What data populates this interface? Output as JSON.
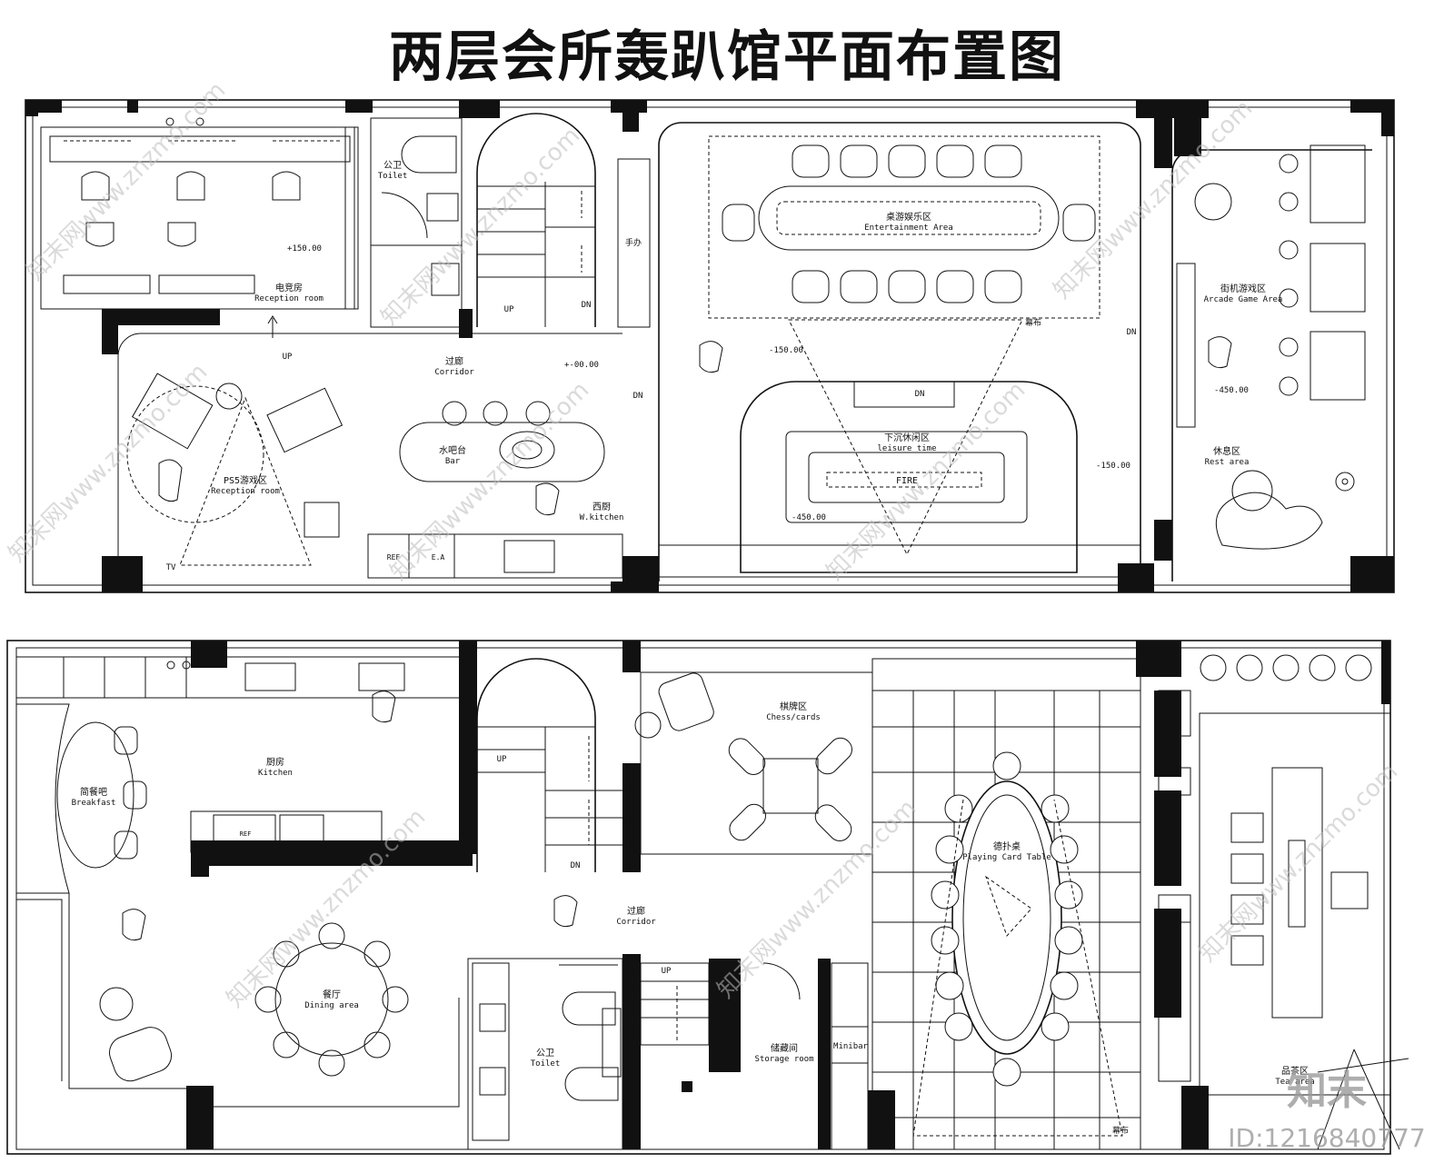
{
  "title": "两层会所轰趴馆平面布置图",
  "floor1": {
    "esports": {
      "cn": "电竞房",
      "en": "Reception room",
      "level": "+150.00"
    },
    "toilet": {
      "cn": "公卫",
      "en": "Toilet"
    },
    "corridor": {
      "cn": "过廊",
      "en": "Corridor",
      "level": "+-00.00"
    },
    "ps5": {
      "cn": "PS5游戏区",
      "en": "Reception room",
      "tv": "TV"
    },
    "bar": {
      "cn": "水吧台",
      "en": "Bar"
    },
    "wkitchen": {
      "cn": "西厨",
      "en": "W.kitchen",
      "ref": "REF",
      "ea": "E.A"
    },
    "board": {
      "cn": "桌游娱乐区",
      "en": "Entertainment Area"
    },
    "sunken": {
      "cn": "下沉休闲区",
      "en": "leisure time",
      "fire": "FIRE",
      "level": "-450.00"
    },
    "screen": "幕布",
    "arcade": {
      "cn": "街机游戏区",
      "en": "Arcade Game Area",
      "level": "-450.00"
    },
    "rest": {
      "cn": "休息区",
      "en": "Rest area"
    },
    "handcraft": "手办",
    "level_150a": "-150.00",
    "level_150b": "-150.00",
    "up": "UP",
    "dn": "DN"
  },
  "floor2": {
    "kitchen": {
      "cn": "厨房",
      "en": "Kitchen",
      "ref": "REF"
    },
    "breakfast": {
      "cn": "简餐吧",
      "en": "Breakfast"
    },
    "dining": {
      "cn": "餐厅",
      "en": "Dining area"
    },
    "corridor": {
      "cn": "过廊",
      "en": "Corridor"
    },
    "toilet": {
      "cn": "公卫",
      "en": "Toilet"
    },
    "storage": {
      "cn": "储藏间",
      "en": "Storage room"
    },
    "minibar": "Minibar",
    "chess": {
      "cn": "棋牌区",
      "en": "Chess/cards"
    },
    "poker": {
      "cn": "德扑桌",
      "en": "Playing Card Table"
    },
    "tea": {
      "cn": "品茶区",
      "en": "Tea area"
    },
    "screen": "幕布",
    "up": "UP",
    "dn": "DN"
  },
  "watermark": {
    "text": "知末网www.znzmo.com",
    "logo": "知末",
    "id": "ID:1216840777"
  }
}
